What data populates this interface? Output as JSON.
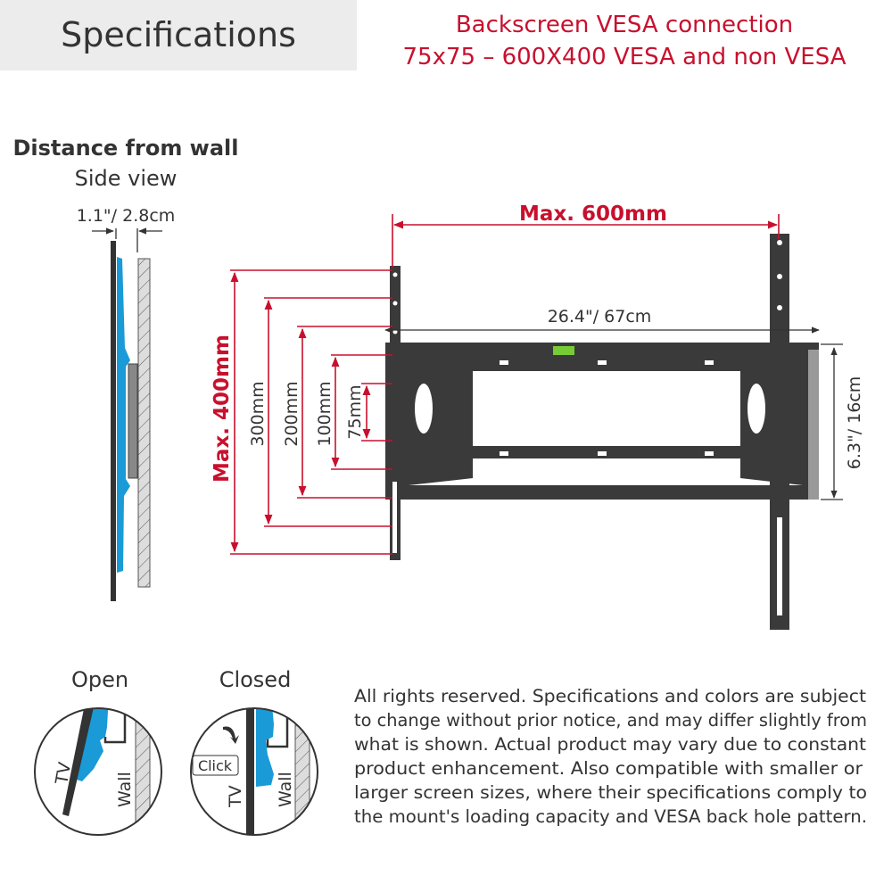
{
  "header": {
    "title": "Specifications",
    "vesa_line1": "Backscreen VESA connection",
    "vesa_line2": "75x75 – 600X400 VESA and non VESA"
  },
  "side_view": {
    "title": "Distance from wall",
    "subtitle": "Side view",
    "distance": "1.1\"/ 2.8cm"
  },
  "dimensions": {
    "max_width": "Max. 600mm",
    "max_height": "Max. 400mm",
    "vesa_heights": [
      "300mm",
      "200mm",
      "100mm",
      "75mm"
    ],
    "mount_width": "26.4\"/ 67cm",
    "mount_height": "6.3\"/ 16cm"
  },
  "lock": {
    "open_label": "Open",
    "closed_label": "Closed",
    "click_label": "Click",
    "tv_label": "TV",
    "wall_label": "Wall"
  },
  "disclaimer": [
    "All rights reserved. Specifications and colors are subject",
    "to change without prior notice, and may differ slightly from",
    "what is shown. Actual product may vary due to constant",
    "product enhancement. Also compatible with smaller or",
    "larger screen sizes, where their specifications comply to",
    "the mount's loading capacity and VESA back hole pattern."
  ],
  "colors": {
    "accent": "#c8102e",
    "bracket_blue": "#1a9ad6",
    "header_bg": "#ececec"
  }
}
